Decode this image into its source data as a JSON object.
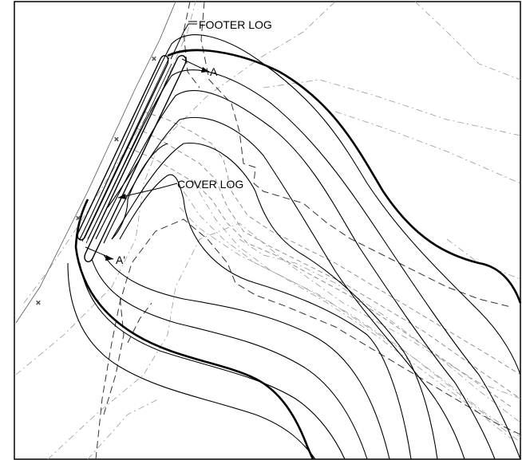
{
  "drawing": {
    "labels": {
      "footer_log": "FOOTER LOG",
      "cover_log": "COVER LOG",
      "section_start": "A",
      "section_end": "A'"
    },
    "colors": {
      "line": "#000000",
      "dashed_line": "#888888",
      "background": "#ffffff"
    }
  }
}
